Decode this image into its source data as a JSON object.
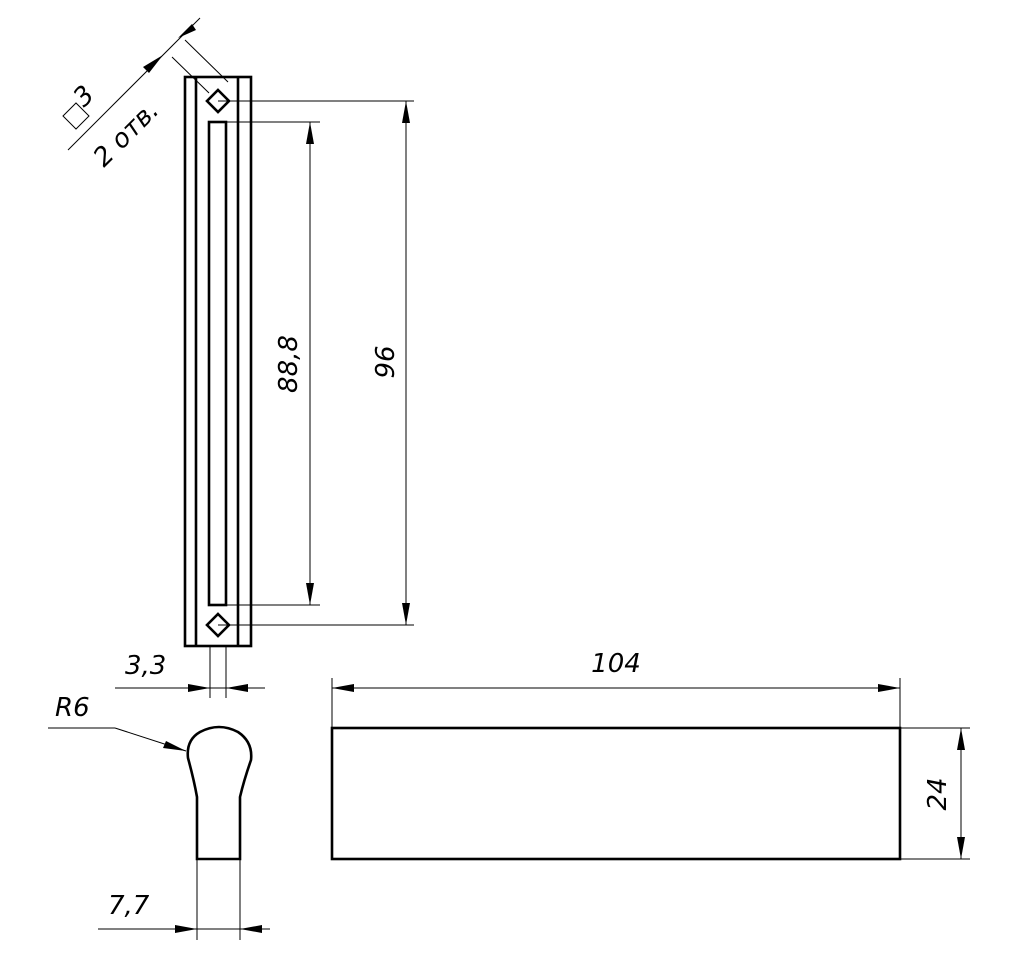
{
  "drawing": {
    "dimensions": {
      "hole_size": "3",
      "hole_count": "2 отв.",
      "slot_length": "88,8",
      "hole_spacing": "96",
      "slot_width": "3,3",
      "radius": "R6",
      "base_width": "7,7",
      "length": "104",
      "height": "24"
    },
    "colors": {
      "line": "#000000",
      "background": "#ffffff"
    }
  }
}
